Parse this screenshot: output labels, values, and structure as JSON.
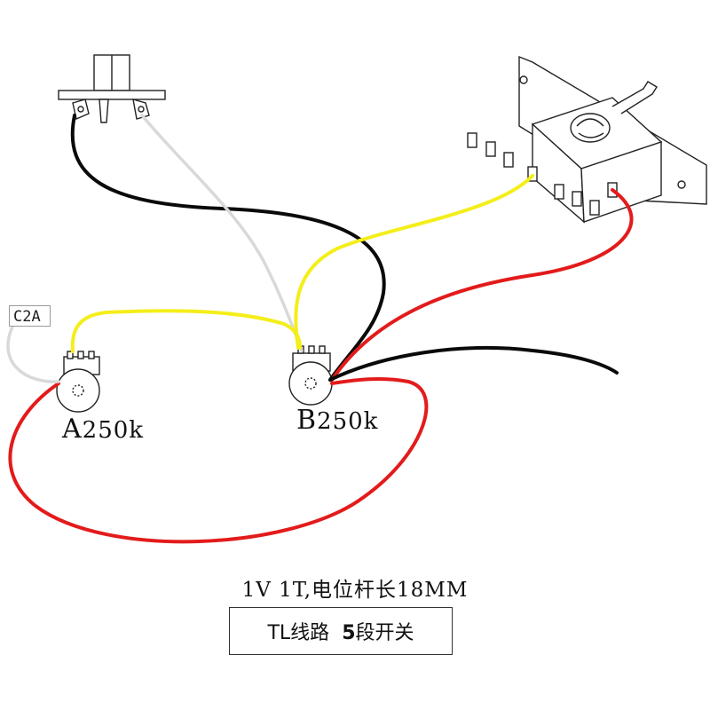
{
  "components": {
    "pot_a": {
      "label_letter": "A",
      "label_value": "250k"
    },
    "pot_b": {
      "label_letter": "B",
      "label_value": "250k"
    },
    "capacitor": {
      "label": "C2A"
    },
    "output_jack": {},
    "switch": {
      "positions": 5
    }
  },
  "wires": [
    {
      "color_name": "black",
      "from": "output_jack",
      "to": "pot_b"
    },
    {
      "color_name": "white",
      "from": "output_jack",
      "to": "pot_b"
    },
    {
      "color_name": "yellow",
      "from": "switch",
      "to": "pot_b"
    },
    {
      "color_name": "red",
      "from": "switch",
      "to": "pot_b"
    },
    {
      "color_name": "black",
      "from": "pot_b",
      "to": "ground"
    },
    {
      "color_name": "yellow",
      "from": "pot_a",
      "to": "pot_b"
    },
    {
      "color_name": "red",
      "from": "pot_a",
      "to": "pot_b"
    },
    {
      "color_name": "white",
      "from": "capacitor",
      "to": "pot_a"
    }
  ],
  "colors": {
    "black": "#0a0a0a",
    "white": "#d9d9d9",
    "yellow": "#f4ee1a",
    "red": "#e31b1b"
  },
  "caption": {
    "spec": "1V 1T,电位杆长18MM",
    "title_prefix": "TL线路",
    "title_num": "5",
    "title_suffix": "段开关"
  }
}
